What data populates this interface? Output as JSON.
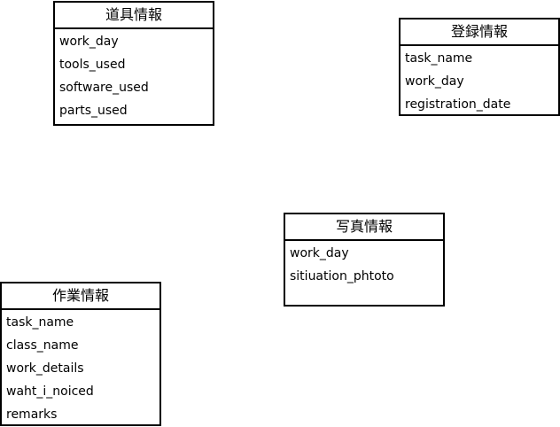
{
  "entities": {
    "tools": {
      "title": "道具情報",
      "fields": [
        "work_day",
        "tools_used",
        "software_used",
        "parts_used"
      ]
    },
    "registration": {
      "title": "登録情報",
      "fields": [
        "task_name",
        "work_day",
        "registration_date"
      ]
    },
    "photo": {
      "title": "写真情報",
      "fields": [
        "work_day",
        "sitiuation_phtoto"
      ]
    },
    "work": {
      "title": "作業情報",
      "fields": [
        "task_name",
        "class_name",
        "work_details",
        "waht_i_noiced",
        "remarks"
      ]
    }
  }
}
